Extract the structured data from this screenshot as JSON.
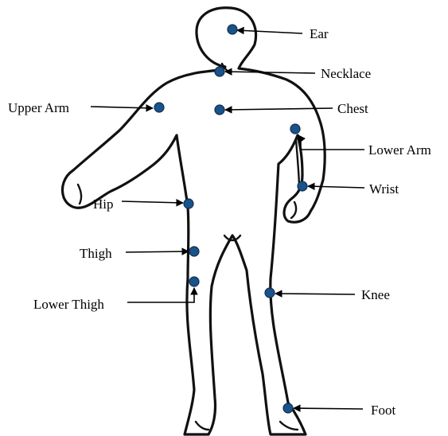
{
  "figure": {
    "marker_color": "#1a5289",
    "labels": {
      "ear": "Ear",
      "necklace": "Necklace",
      "upper_arm": "Upper Arm",
      "chest": "Chest",
      "lower_arm": "Lower Arm",
      "wrist": "Wrist",
      "hip": "Hip",
      "thigh": "Thigh",
      "lower_thigh": "Lower Thigh",
      "knee": "Knee",
      "foot": "Foot"
    }
  }
}
